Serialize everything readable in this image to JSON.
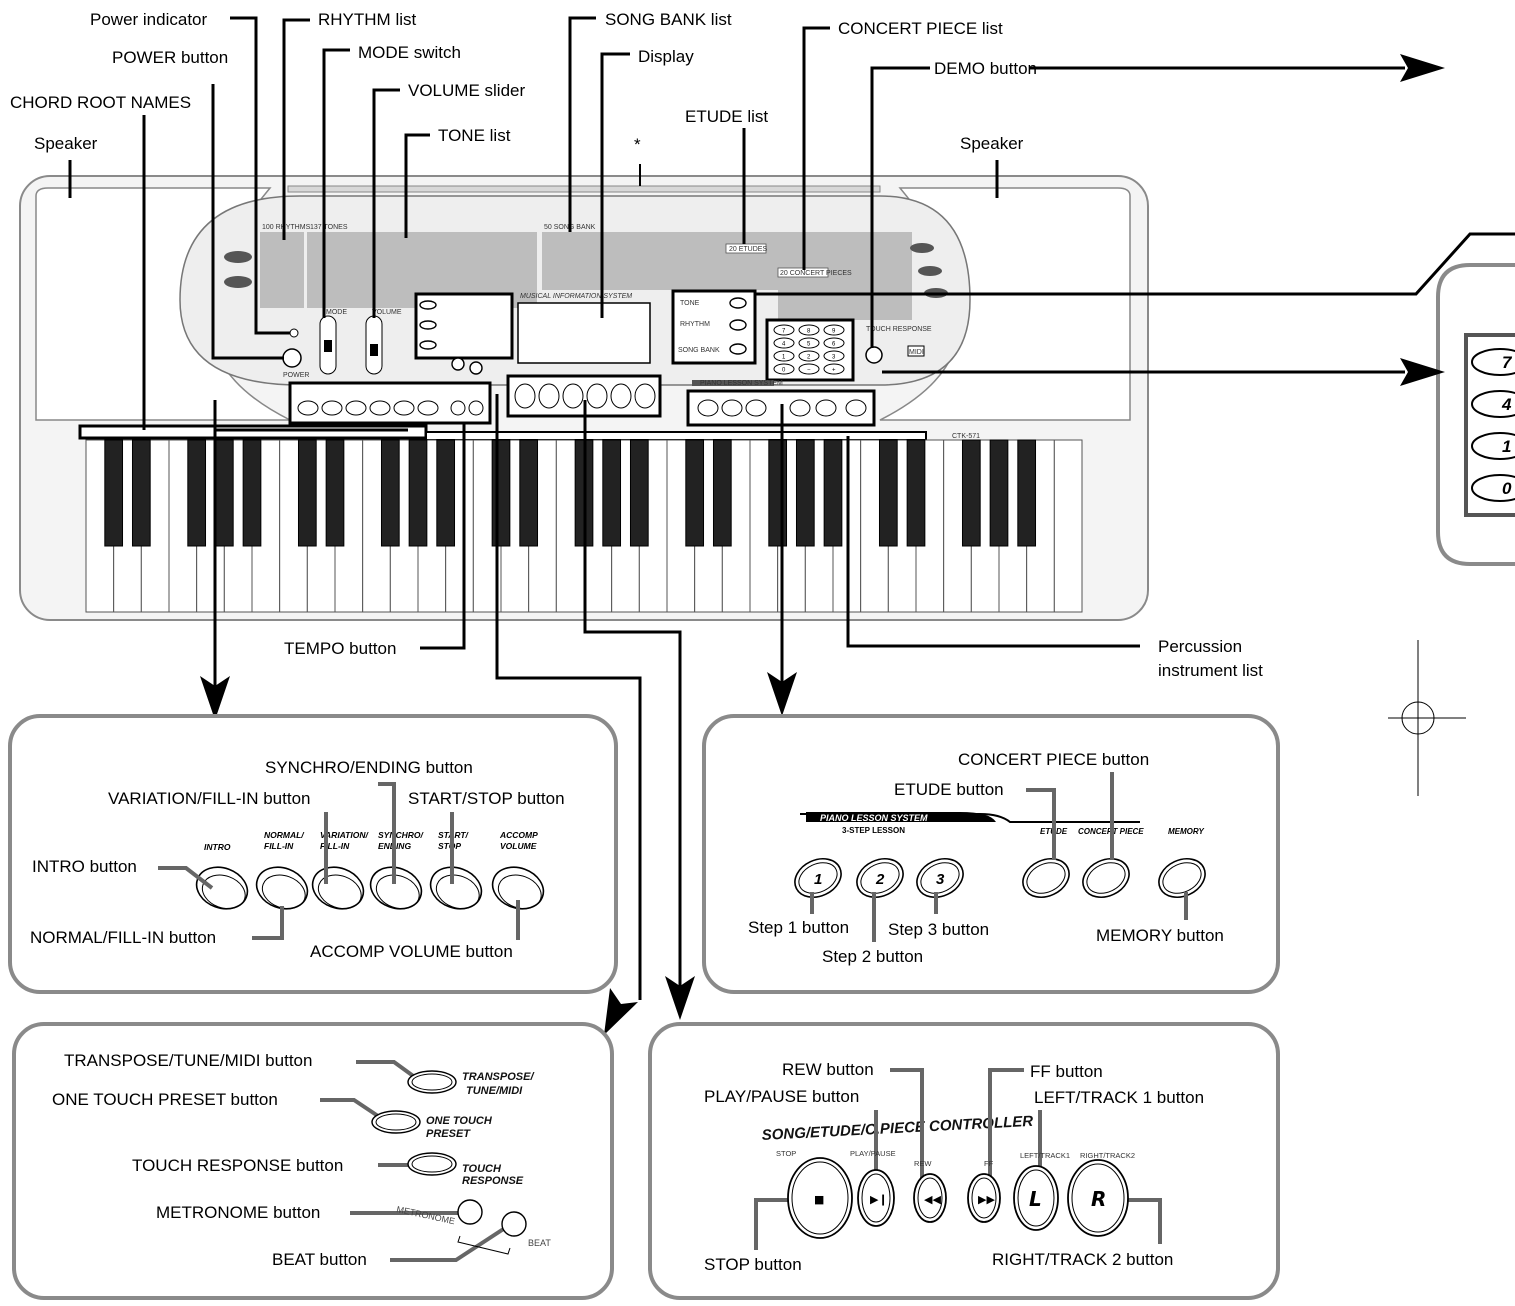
{
  "labels": {
    "power_indicator": "Power indicator",
    "rhythm_list": "RHYTHM list",
    "song_bank_list": "SONG BANK list",
    "concert_piece_list": "CONCERT PIECE list",
    "power_button": "POWER button",
    "mode_switch": "MODE switch",
    "display": "Display",
    "demo_button": "DEMO button",
    "chord_root_names": "CHORD ROOT NAMES",
    "volume_slider": "VOLUME slider",
    "etude_list": "ETUDE list",
    "tone_list": "TONE list",
    "speaker_left": "Speaker",
    "speaker_right": "Speaker",
    "asterisk": "*",
    "tempo_button": "TEMPO button",
    "percussion_line1": "Percussion",
    "percussion_line2": "instrument list"
  },
  "keyboard": {
    "model": "CTK-571",
    "display_title": "MUSICAL INFORMATION SYSTEM",
    "panel_tone": "TONE",
    "panel_rhythm": "RHYTHM",
    "panel_song_bank": "SONG BANK",
    "touch_response": "TOUCH RESPONSE",
    "midi_logo": "MIDI",
    "power_small": "POWER",
    "mode_small": "MODE",
    "volume_small": "VOLUME",
    "lesson_system_small": "PIANO LESSON SYSTEM",
    "numpad_keys": [
      "7",
      "8",
      "9",
      "4",
      "5",
      "6",
      "1",
      "2",
      "3",
      "0",
      "−",
      "+"
    ],
    "badges": [
      "137 TONES",
      "100 RHYTHMS",
      "50 SONG BANK",
      "20 ETUDES",
      "20 CONCERT PIECES"
    ],
    "list_100_rhythms": "100 RHYTHMS",
    "list_137_tones": "137 TONES",
    "list_song_bank": "50 SONG BANK",
    "list_etudes": "20 ETUDES",
    "list_concert": "20 CONCERT PIECES",
    "side_panel_keys": [
      "7",
      "4",
      "1",
      "0"
    ]
  },
  "accomp_panel": {
    "synchro_ending_button": "SYNCHRO/ENDING button",
    "variation_fillin_button": "VARIATION/FILL-IN button",
    "start_stop_button": "START/STOP button",
    "intro_button": "INTRO button",
    "normal_fillin_button": "NORMAL/FILL-IN button",
    "accomp_volume_button": "ACCOMP VOLUME button",
    "caps": [
      "INTRO",
      "NORMAL/ FILL-IN",
      "VARIATION/ FILL-IN",
      "SYNCHRO/ ENDING",
      "START/ STOP",
      "ACCOMP VOLUME"
    ]
  },
  "lesson_panel": {
    "concert_piece_button": "CONCERT PIECE button",
    "etude_button": "ETUDE button",
    "banner": "PIANO LESSON SYSTEM",
    "three_step": "3-STEP LESSON",
    "etude_cap": "ETUDE",
    "concert_cap": "CONCERT PIECE",
    "memory_cap": "MEMORY",
    "step_digits": [
      "1",
      "2",
      "3"
    ],
    "step1_button": "Step 1 button",
    "step2_button": "Step 2 button",
    "step3_button": "Step 3 button",
    "memory_button": "MEMORY button"
  },
  "transpose_panel": {
    "transpose_button": "TRANSPOSE/TUNE/MIDI button",
    "one_touch_button": "ONE TOUCH PRESET button",
    "touch_response_button": "TOUCH RESPONSE button",
    "metronome_button": "METRONOME button",
    "beat_button": "BEAT button",
    "cap_transpose_1": "TRANSPOSE/",
    "cap_transpose_2": "TUNE/MIDI",
    "cap_onetouch_1": "ONE TOUCH",
    "cap_onetouch_2": "PRESET",
    "cap_touch_1": "TOUCH",
    "cap_touch_2": "RESPONSE",
    "cap_metronome": "METRONOME",
    "cap_beat": "BEAT"
  },
  "controller_panel": {
    "rew_button": "REW button",
    "ff_button": "FF button",
    "play_pause_button": "PLAY/PAUSE button",
    "left_track1_button": "LEFT/TRACK 1 button",
    "title": "SONG/ETUDE/C.PIECE CONTROLLER",
    "stop_button": "STOP button",
    "right_track2_button": "RIGHT/TRACK 2 button",
    "caps": [
      "STOP",
      "PLAY/PAUSE",
      "REW",
      "FF",
      "LEFT/TRACK1",
      "RIGHT/TRACK2"
    ],
    "glyphs": [
      "■",
      "▶❙",
      "◀◀",
      "▶▶",
      "L",
      "R"
    ]
  }
}
